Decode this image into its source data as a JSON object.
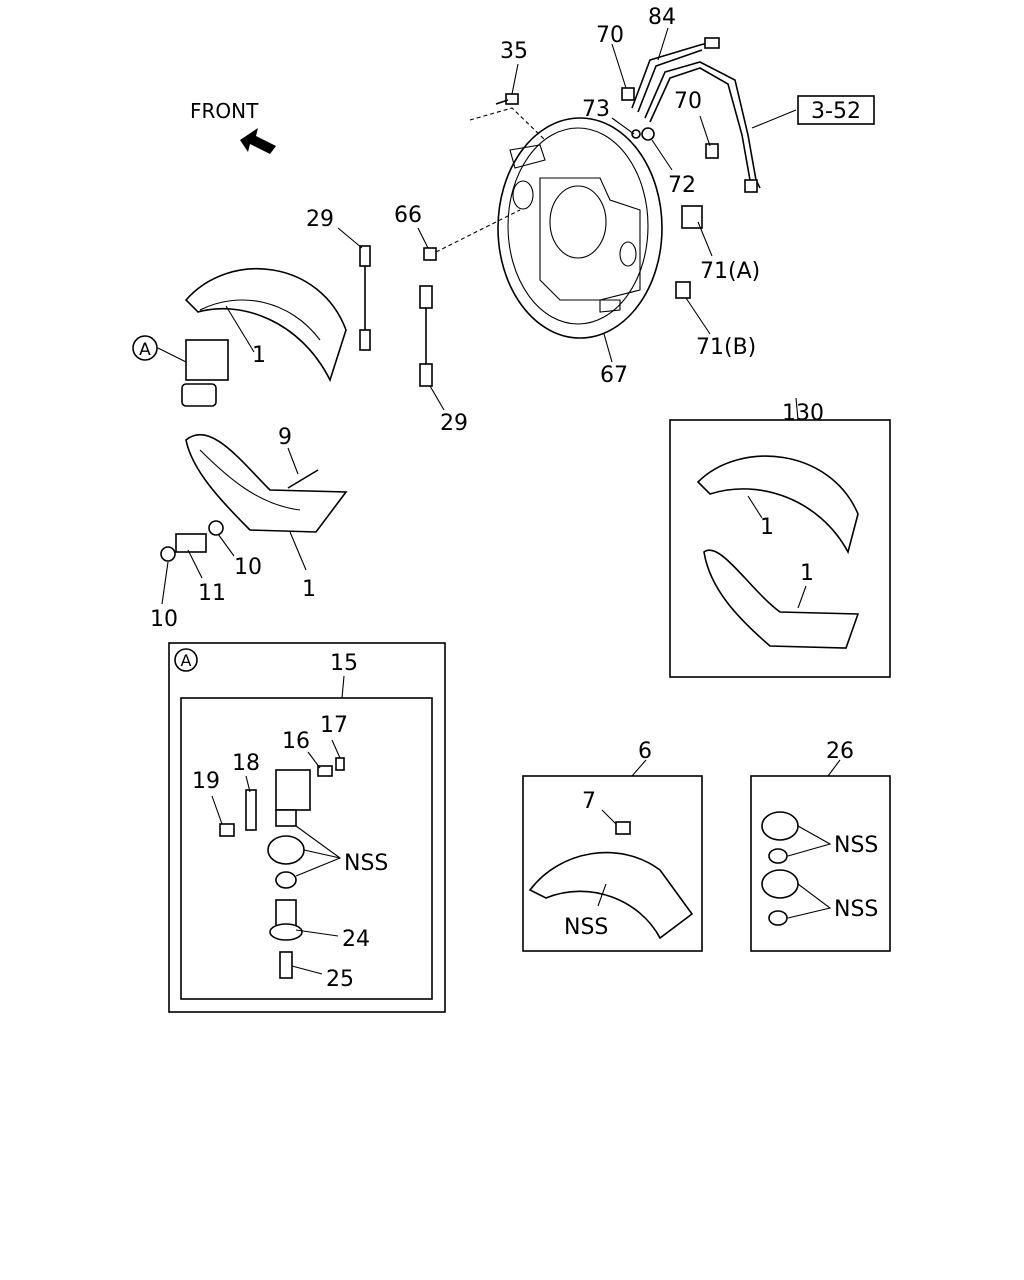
{
  "direction_label": "FRONT",
  "ref_label": "3-52",
  "callouts": {
    "c84": "84",
    "c70a": "70",
    "c35": "35",
    "c73": "73",
    "c70b": "70",
    "c72": "72",
    "c66": "66",
    "c71a": "71(A)",
    "c71b": "71(B)",
    "c67": "67",
    "c29a": "29",
    "c29b": "29",
    "c1a": "1",
    "c9": "9",
    "c1b": "1",
    "c10a": "10",
    "c11": "11",
    "c10b": "10",
    "c130": "130",
    "c1c": "1",
    "c1d": "1",
    "c15": "15",
    "c17": "17",
    "c16": "16",
    "c18": "18",
    "c19": "19",
    "cnss1": "NSS",
    "c24": "24",
    "c25": "25",
    "c6": "6",
    "c7": "7",
    "cnss2": "NSS",
    "c26": "26",
    "cnss3": "NSS",
    "cnss4": "NSS"
  },
  "marker_a": "A",
  "marker_a_box": "A"
}
